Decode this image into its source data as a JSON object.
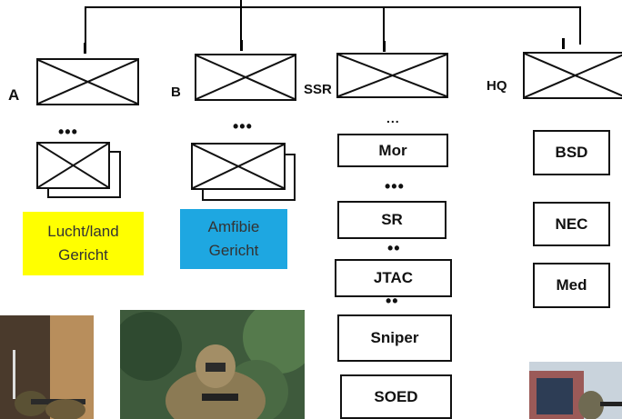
{
  "columns": [
    {
      "id": "a",
      "letter": "A",
      "echelon": "I",
      "sub_dots": "•••"
    },
    {
      "id": "b",
      "letter": "B",
      "echelon": "I",
      "sub_dots": "•••"
    },
    {
      "id": "ssr",
      "letter": "SSR",
      "echelon": "I",
      "items": [
        "Mor",
        "SR",
        "JTAC",
        "Sniper",
        "SOED"
      ],
      "dots": [
        "...",
        "•••",
        "••",
        "••"
      ]
    },
    {
      "id": "hq",
      "letter": "HQ",
      "echelon": "I",
      "items": [
        "BSD",
        "NEC",
        "Med"
      ]
    }
  ],
  "notes": {
    "a": "Lucht/land\nGericht",
    "b": "Amfibie\nGericht"
  },
  "colors": {
    "note_a_bg": "#ffff00",
    "note_b_bg": "#1ea7e1"
  },
  "photos": [
    "soldier-at-wall-photo",
    "ghillie-sniper-photo",
    "soldier-at-window-photo"
  ]
}
